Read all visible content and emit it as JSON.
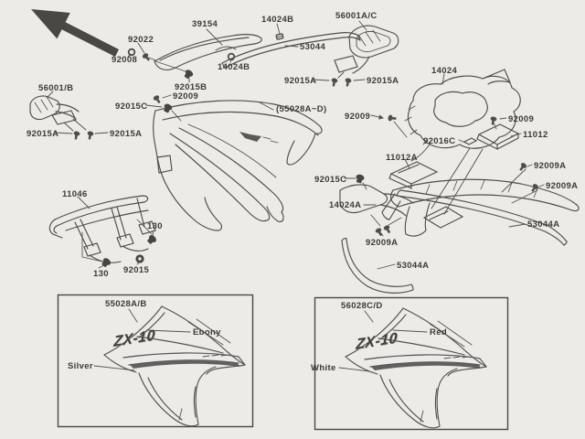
{
  "diagram": {
    "type": "exploded-parts-diagram",
    "subject": "motorcycle upper cowling and fairing assembly",
    "background_color": "#ecebe7",
    "line_color": "#4f4d4a",
    "label_color": "#3c3b39"
  },
  "callouts": [
    {
      "text": "39154"
    },
    {
      "text": "92022"
    },
    {
      "text": "92008"
    },
    {
      "text": "14024B"
    },
    {
      "text": "53044"
    },
    {
      "text": "56001A/C"
    },
    {
      "text": "92015A"
    },
    {
      "text": "92015A"
    },
    {
      "text": "14024"
    },
    {
      "text": "14024B"
    },
    {
      "text": "92015B"
    },
    {
      "text": "92009"
    },
    {
      "text": "56001/B"
    },
    {
      "text": "92015C"
    },
    {
      "text": "92015A"
    },
    {
      "text": "92015A"
    },
    {
      "text": "(55028A~D)"
    },
    {
      "text": "92009"
    },
    {
      "text": "92009"
    },
    {
      "text": "11012"
    },
    {
      "text": "92016C"
    },
    {
      "text": "11012A"
    },
    {
      "text": "92009A"
    },
    {
      "text": "92009A"
    },
    {
      "text": "92015C"
    },
    {
      "text": "14024A"
    },
    {
      "text": "53044A"
    },
    {
      "text": "92009A"
    },
    {
      "text": "53044A"
    },
    {
      "text": "11046"
    },
    {
      "text": "130"
    },
    {
      "text": "130"
    },
    {
      "text": "92015"
    }
  ],
  "panels": {
    "left": {
      "code": "55028A/B",
      "upper_color": "Ebony",
      "lower_color": "Silver",
      "logo": "ZX-10"
    },
    "right": {
      "code": "56028C/D",
      "upper_color": "Red",
      "lower_color": "White",
      "logo": "ZX-10"
    }
  },
  "icons": {
    "direction_arrow": "direction-arrow-icon",
    "screw": "screw-icon",
    "bolt": "bolt-icon",
    "washer": "washer-icon",
    "grommet": "grommet-icon",
    "clip": "clip-icon"
  }
}
